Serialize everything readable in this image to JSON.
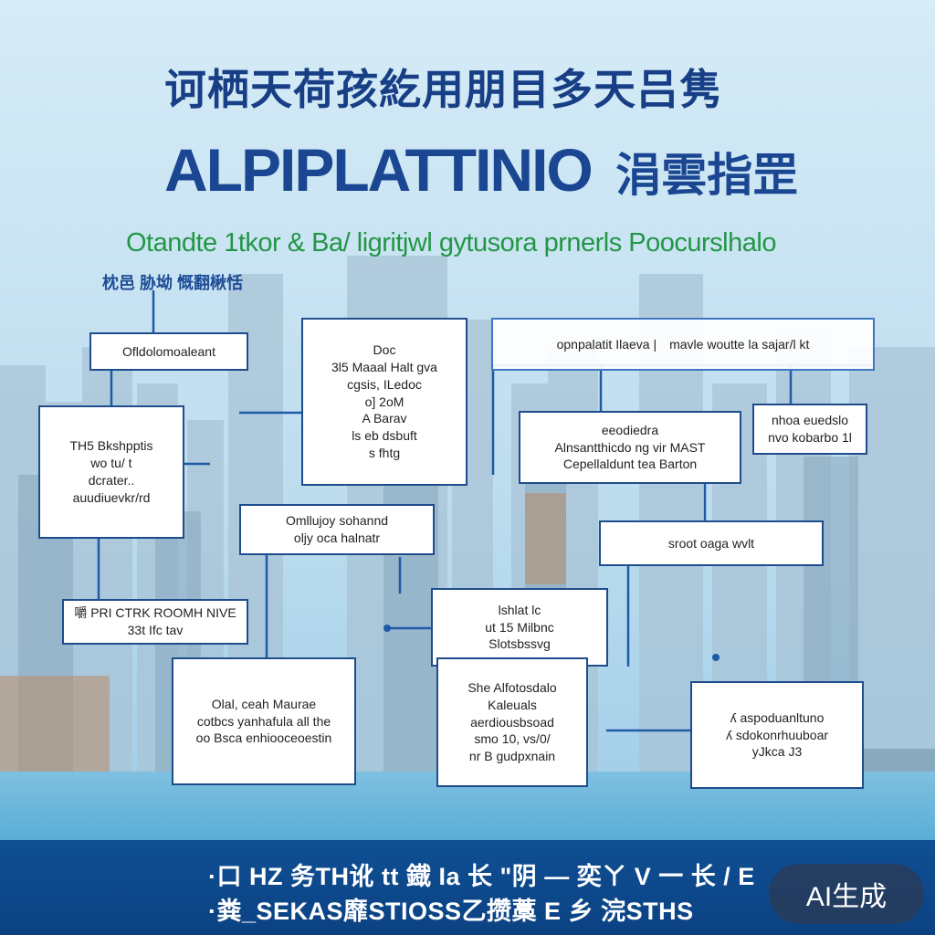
{
  "header": {
    "title_cjk": "诃栖天荷孩紇用朋目多天吕隽",
    "title_latin": "ALPIPLATTINIO",
    "title_latin_cjk": "涓雲指罡",
    "tagline": "Otandte  1tkor  &  Ba/  ligritjwl gytusora  prnerls  Poocurslhalo"
  },
  "section_label": "枕邑 胁坳 慨翻楸恬",
  "boxes": {
    "b1": [
      "Ofldolomoaleant"
    ],
    "b2": [
      "Doc",
      "3l5 Maaal Halt gva",
      "cgsis, ILedoc",
      "o] 2oM",
      "A  Barav",
      "ls  eb dsbuft",
      "s fhtg"
    ],
    "b3": [
      "opnpalatit Ilaeva  |",
      "mavle  woutte  la sajar/l  kt"
    ],
    "b4": [
      "nhoa  euedslo",
      "nvo  kobarbo 1l"
    ],
    "b5": [
      "TH5 Bkshpptis",
      "wo  tu/  t",
      "dcrater..",
      "auudiuevkr/rd"
    ],
    "b6": [
      "eeodiedra",
      "Alnsantthicdo ng vir MAST",
      "Cepellaldunt tea Barton"
    ],
    "b7": [
      "Omllujoy sohannd",
      "oljy oca halnatr"
    ],
    "b8": [
      "sroot  oaga  wvlt"
    ],
    "b9": [
      "嚼 PRI CTRK  ROOMH NIVE",
      "33t Ifc  tav"
    ],
    "b10": [
      "lshlat lc",
      "ut  15  Milbnc",
      "Slotsbssvg"
    ],
    "b11": [
      "She  Alfotosdalo",
      "Kaleuals",
      "aerdiousbsoad",
      "smo 10, vs/0/",
      "nr  B  gudpxnain"
    ],
    "b12": [
      "Olal,    ceah  Maurae",
      "cotbcs yanhafula  all  the",
      "oo  Bsca  enhiooceoestin"
    ],
    "b13": [
      "ʎ  aspoduanltuno",
      "ʎ  sdokonrhuuboar",
      "yJkca  J3"
    ]
  },
  "footer": {
    "line1": "·口 HZ 务TH讹 tt 鐡 Ia 长  \"阴 — 奕ㄚ V 一 长 / E",
    "line2": "·粪_SEKAS靡STIOSS乙攒藁 E 乡 浣STHS"
  },
  "badge": "AI生成"
}
